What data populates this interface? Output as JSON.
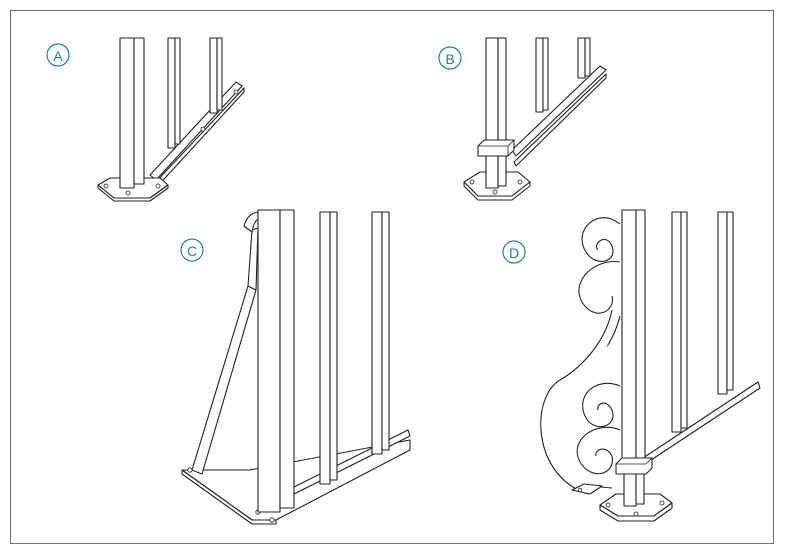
{
  "panels": [
    {
      "id": "A",
      "label": "A"
    },
    {
      "id": "B",
      "label": "B"
    },
    {
      "id": "C",
      "label": "C"
    },
    {
      "id": "D",
      "label": "D"
    }
  ],
  "colors": {
    "badge": "#1f8a78",
    "frame": "#6b6b6b",
    "ink": "#222222"
  }
}
